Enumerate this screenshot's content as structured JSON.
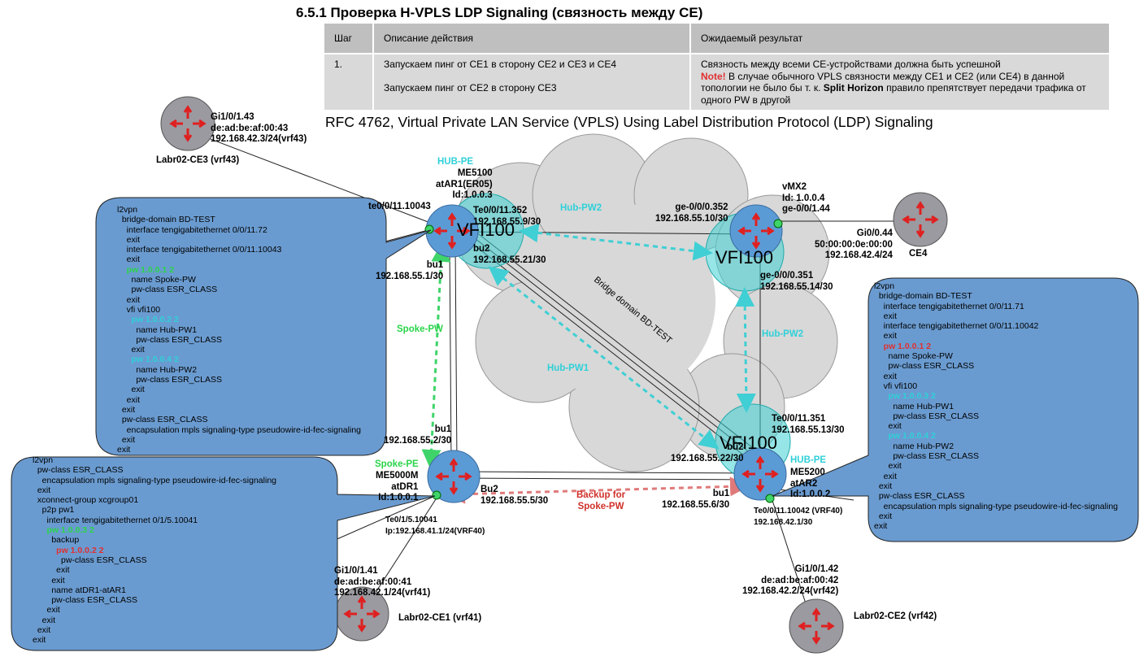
{
  "title": "6.5.1 Проверка  H-VPLS LDP Signaling (связность между CE)",
  "table": {
    "headers": [
      "Шаг",
      "Описание действия",
      "Ожидаемый результат"
    ],
    "step": "1.",
    "action_1": "Запускаем пинг от CE1 в сторону CE2 и CE3 и CE4",
    "action_2": "Запускаем пинг от CE2 в сторону  CE3",
    "result_1": "Связность между всеми CE-устройствами должна быть успешной",
    "note_label": "Note!",
    "result_2": " В случае обычного VPLS связности между CE1 и CE2 (или CE4) в данной топологии не было бы т. к. ",
    "split_horizon": "Split Horizon",
    "result_3": " правило препятствует передачи трафика от одного PW в другой"
  },
  "rfc": "RFC 4762, Virtual Private LAN Service (VPLS) Using Label Distribution Protocol (LDP) Signaling",
  "colors": {
    "router": "#5b9bd5",
    "router_ce": "#9a9aa0",
    "cloud": "#d8d8d8",
    "vfi": "#3fcfd4",
    "callout": "#6a9bd0",
    "hub_pw": "#3fcfd4",
    "spoke_pw": "#3fd46a",
    "backup": "#e07a7a"
  },
  "cloud_label": "Bridge domain BD-TEST",
  "vfi": {
    "label": "VFI100"
  },
  "links": {
    "hub_pw2_top": "Hub-PW2",
    "hub_pw2_right": "Hub-PW2",
    "hub_pw1": "Hub-PW1",
    "spoke_pw": "Spoke-PW",
    "backup": "Backup for\nSpoke-PW"
  },
  "ce3": {
    "name": "Labr02-CE3 (vrf43)",
    "info": "Gi1/0/1.43\nde:ad:be:af:00:43\n192.168.42.3/24(vrf43)"
  },
  "ce4": {
    "name": "CE4",
    "info": "Gi0/0.44\n50:00:00:0e:00:00\n192.168.42.4/24"
  },
  "ce1": {
    "name": "Labr02-CE1 (vrf41)",
    "info": "Gi1/0/1.41\nde:ad:be:af:00:41\n192.168.42.1/24(vrf41)"
  },
  "ce2": {
    "name": "Labr02-CE2 (vrf42)",
    "info": "Gi1/0/1.42\nde:ad:be:af:00:42\n192.168.42.2/24(vrf42)"
  },
  "ar1": {
    "role": "HUB-PE",
    "info": "ME5100\natAR1(ER05)\nId:1.0.0.3",
    "te_port": "te0/0/11.10043",
    "te_link": "Te0/0/11.352\n192.168.55.9/30",
    "bu2": "bu2\n192.168.55.21/30",
    "bu1": "bu1\n192.168.55.1/30"
  },
  "vmx2": {
    "info": "vMX2\nId: 1.0.0.4\nge-0/0/1.44",
    "ge352": "ge-0/0/0.352\n192.168.55.10/30",
    "ge351": "ge-0/0/0.351\n192.168.55.14/30"
  },
  "dr1": {
    "role": "Spoke-PE",
    "info": "ME5000M\natDR1\nId:1.0.0.1",
    "bu1": "bu1\n192.168.55.2/30",
    "bu2": "Bu2\n192.168.55.5/30",
    "port": "Te0/1/5.10041\nIp:192.168.41.1/24(VRF40)"
  },
  "ar2": {
    "role": "HUB-PE",
    "info": "ME5200\natAR2\nId:1.0.0.2",
    "te_link": "Te0/0/11.351\n192.168.55.13/30",
    "bu2": "bu2\n192.168.55.22/30",
    "bu1": "bu1\n192.168.55.6/30",
    "port": "Te0/0/11.10042 (VRF40)\n192.168.42.1/30"
  },
  "config_ar1": {
    "l1": "l2vpn\n  bridge-domain BD-TEST\n    interface tengigabitethernet 0/0/11.72\n    exit\n    interface tengigabitethernet 0/0/11.10043\n    exit",
    "pw_a": "    pw 1.0.0.1 2",
    "l2": "      name Spoke-PW\n      pw-class ESR_CLASS\n    exit\n    vfi vfi100",
    "pw_b": "      pw 1.0.0.2 2",
    "l3": "        name Hub-PW1\n        pw-class ESR_CLASS\n      exit",
    "pw_c": "      pw 1.0.0.4 2",
    "l4": "        name Hub-PW2\n        pw-class ESR_CLASS\n      exit\n    exit\n  exit\n  pw-class ESR_CLASS\n    encapsulation mpls signaling-type pseudowire-id-fec-signaling\n  exit\nexit"
  },
  "config_dr1": {
    "l1": "l2vpn\n  pw-class ESR_CLASS\n    encapsulation mpls signaling-type pseudowire-id-fec-signaling\n  exit\n  xconnect-group xcgroup01\n    p2p pw1\n      interface tengigabitethernet 0/1/5.10041",
    "pw_a": "      pw 1.0.0.3 2",
    "l2": "        backup",
    "pw_b": "          pw 1.0.0.2 2",
    "l3": "            pw-class ESR_CLASS\n          exit\n        exit\n        name atDR1-atAR1\n        pw-class ESR_CLASS\n      exit\n    exit\n  exit\nexit"
  },
  "config_ar2": {
    "l1": "l2vpn\n  bridge-domain BD-TEST\n    interface tengigabitethernet 0/0/11.71\n    exit\n    interface tengigabitethernet 0/0/11.10042\n    exit",
    "pw_a": "    pw 1.0.0.1 2",
    "l2": "      name Spoke-PW\n      pw-class ESR_CLASS\n    exit\n    vfi vfi100",
    "pw_b": "      pw 1.0.0.3 2",
    "l3": "        name Hub-PW1\n        pw-class ESR_CLASS\n      exit",
    "pw_c": "      pw 1.0.0.4 2",
    "l4": "        name Hub-PW2\n        pw-class ESR_CLASS\n      exit\n    exit\n  exit\n  pw-class ESR_CLASS\n    encapsulation mpls signaling-type pseudowire-id-fec-signaling\n  exit\nexit"
  }
}
